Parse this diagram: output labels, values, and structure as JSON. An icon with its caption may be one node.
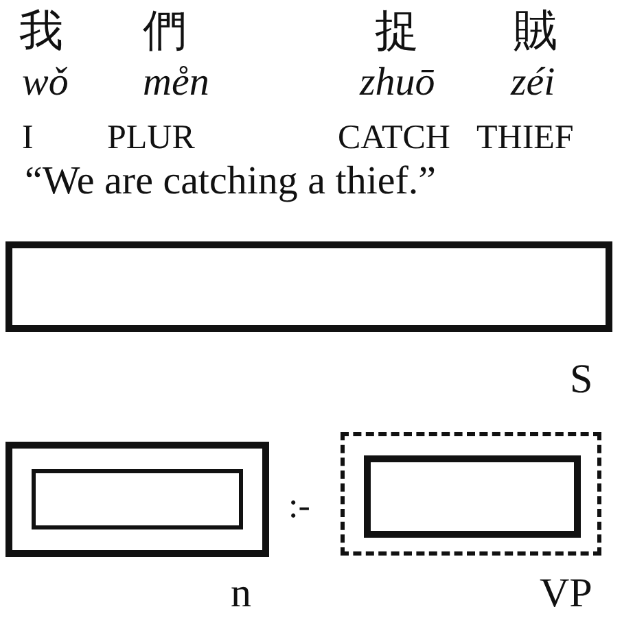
{
  "diagram": {
    "nodes": [
      {
        "text": [],
        "shape": "box",
        "beside": [
          "S"
        ]
      },
      {
        "text": [],
        "shape": "box",
        "beside": [
          "n"
        ]
      },
      {
        "text": [],
        "shape": "box",
        "in": 1
      },
      {
        "text": [],
        "shape": "box",
        "beside": [
          "VP"
        ]
      },
      {
        "text": [],
        "shape": "box",
        "in": 3
      }
    ],
    "labels": [
      "我",
      "們",
      "捉",
      "賊",
      "wǒ",
      "me̊n",
      "zhuō",
      "zéi",
      "I",
      "PLUR",
      "CATCH",
      "THIEF",
      "“We are catching a thief.”",
      ":-"
    ]
  }
}
